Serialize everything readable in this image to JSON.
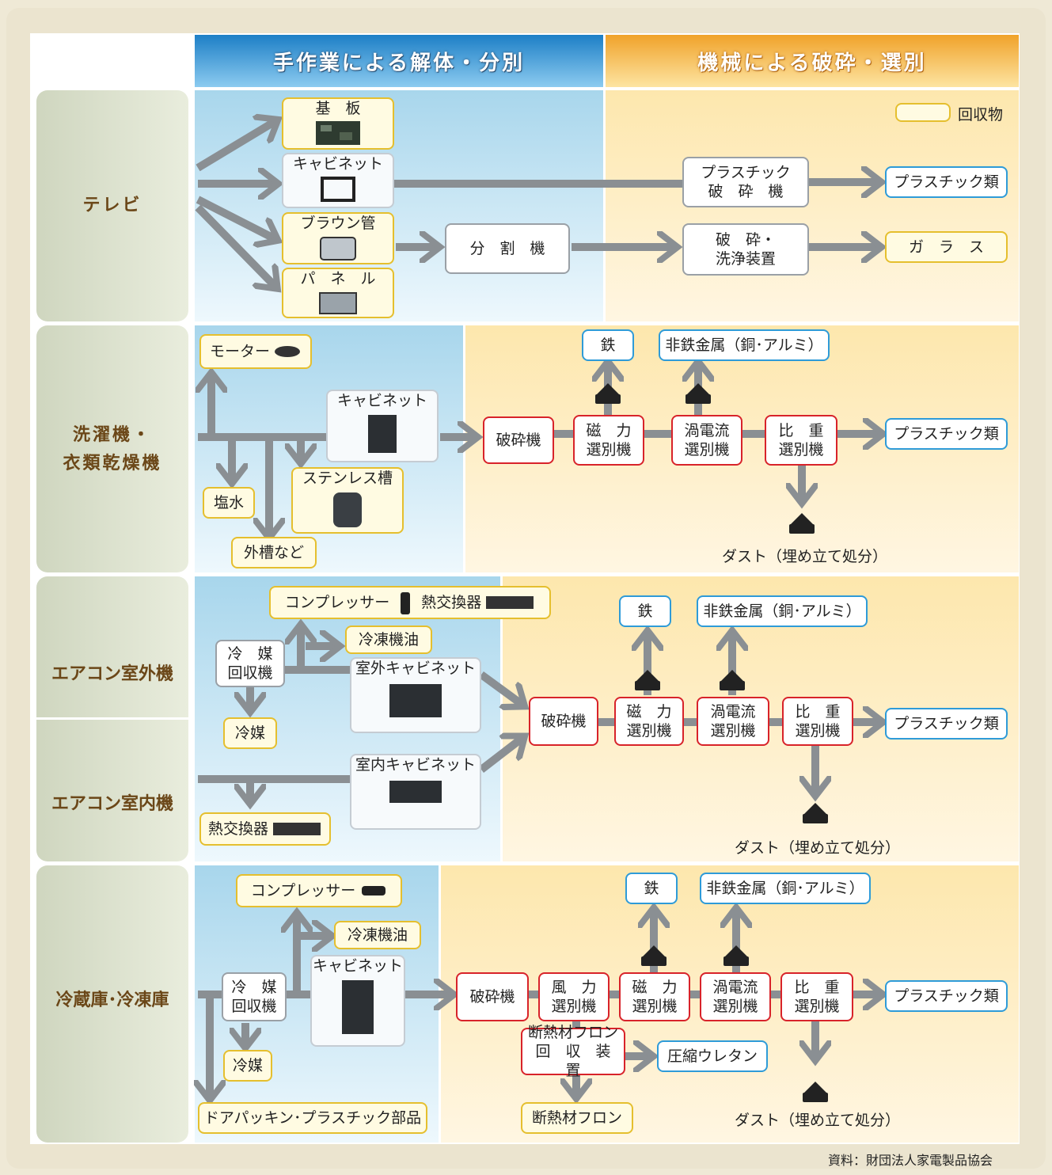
{
  "headers": {
    "manual": "手作業による解体・分別",
    "machine": "機械による破砕・選別"
  },
  "legend": {
    "label": "回収物"
  },
  "source": "資料：財団法人家電製品協会",
  "rows": {
    "tv": {
      "label": "テレビ"
    },
    "washer": {
      "line1": "洗濯機・",
      "line2": "衣類乾燥機"
    },
    "ac_out": {
      "label": "エアコン室外機"
    },
    "ac_in": {
      "label": "エアコン室内機"
    },
    "fridge": {
      "label": "冷蔵庫･冷凍庫"
    }
  },
  "tv": {
    "board": "基　板",
    "cabinet": "キャビネット",
    "crt": "ブラウン管",
    "panel": "パ　ネ　ル",
    "splitter": "分　割　機",
    "plastic_crusher_1": "プラスチック",
    "plastic_crusher_2": "破　砕　機",
    "glass_proc_1": "破　砕・",
    "glass_proc_2": "洗浄装置",
    "plastics": "プラスチック類",
    "glass": "ガ　ラ　ス"
  },
  "washer": {
    "motor": "モーター",
    "cabinet": "キャビネット",
    "stainless": "ステンレス槽",
    "saltwater": "塩水",
    "outer_tub": "外槽など",
    "crusher": "破砕機",
    "magnetic_1": "磁　力",
    "magnetic_2": "選別機",
    "eddy_1": "渦電流",
    "eddy_2": "選別機",
    "gravity_1": "比　重",
    "gravity_2": "選別機",
    "iron": "鉄",
    "nonferrous": "非鉄金属（銅･アルミ）",
    "plastics": "プラスチック類",
    "dust": "ダスト（埋め立て処分）"
  },
  "aircon": {
    "compressor": "コンプレッサー",
    "heat_exchanger": "熱交換器",
    "oil": "冷凍機油",
    "refr_rec_1": "冷　媒",
    "refr_rec_2": "回収機",
    "refrigerant": "冷媒",
    "outdoor_cabinet": "室外キャビネット",
    "indoor_cabinet": "室内キャビネット",
    "heat_exchanger_2": "熱交換器",
    "crusher": "破砕機",
    "magnetic_1": "磁　力",
    "magnetic_2": "選別機",
    "eddy_1": "渦電流",
    "eddy_2": "選別機",
    "gravity_1": "比　重",
    "gravity_2": "選別機",
    "iron": "鉄",
    "nonferrous": "非鉄金属（銅･アルミ）",
    "plastics": "プラスチック類",
    "dust": "ダスト（埋め立て処分）"
  },
  "fridge": {
    "compressor": "コンプレッサー",
    "oil": "冷凍機油",
    "refr_rec_1": "冷　媒",
    "refr_rec_2": "回収機",
    "refrigerant": "冷媒",
    "cabinet": "キャビネット",
    "door": "ドアパッキン･プラスチック部品",
    "crusher": "破砕機",
    "wind_1": "風　力",
    "wind_2": "選別機",
    "magnetic_1": "磁　力",
    "magnetic_2": "選別機",
    "eddy_1": "渦電流",
    "eddy_2": "選別機",
    "gravity_1": "比　重",
    "gravity_2": "選別機",
    "insul_1": "断熱材フロン",
    "insul_2": "回　収　装　置",
    "urethane": "圧縮ウレタン",
    "insul_freon": "断熱材フロン",
    "iron": "鉄",
    "nonferrous": "非鉄金属（銅･アルミ）",
    "plastics": "プラスチック類",
    "dust": "ダスト（埋め立て処分）"
  }
}
